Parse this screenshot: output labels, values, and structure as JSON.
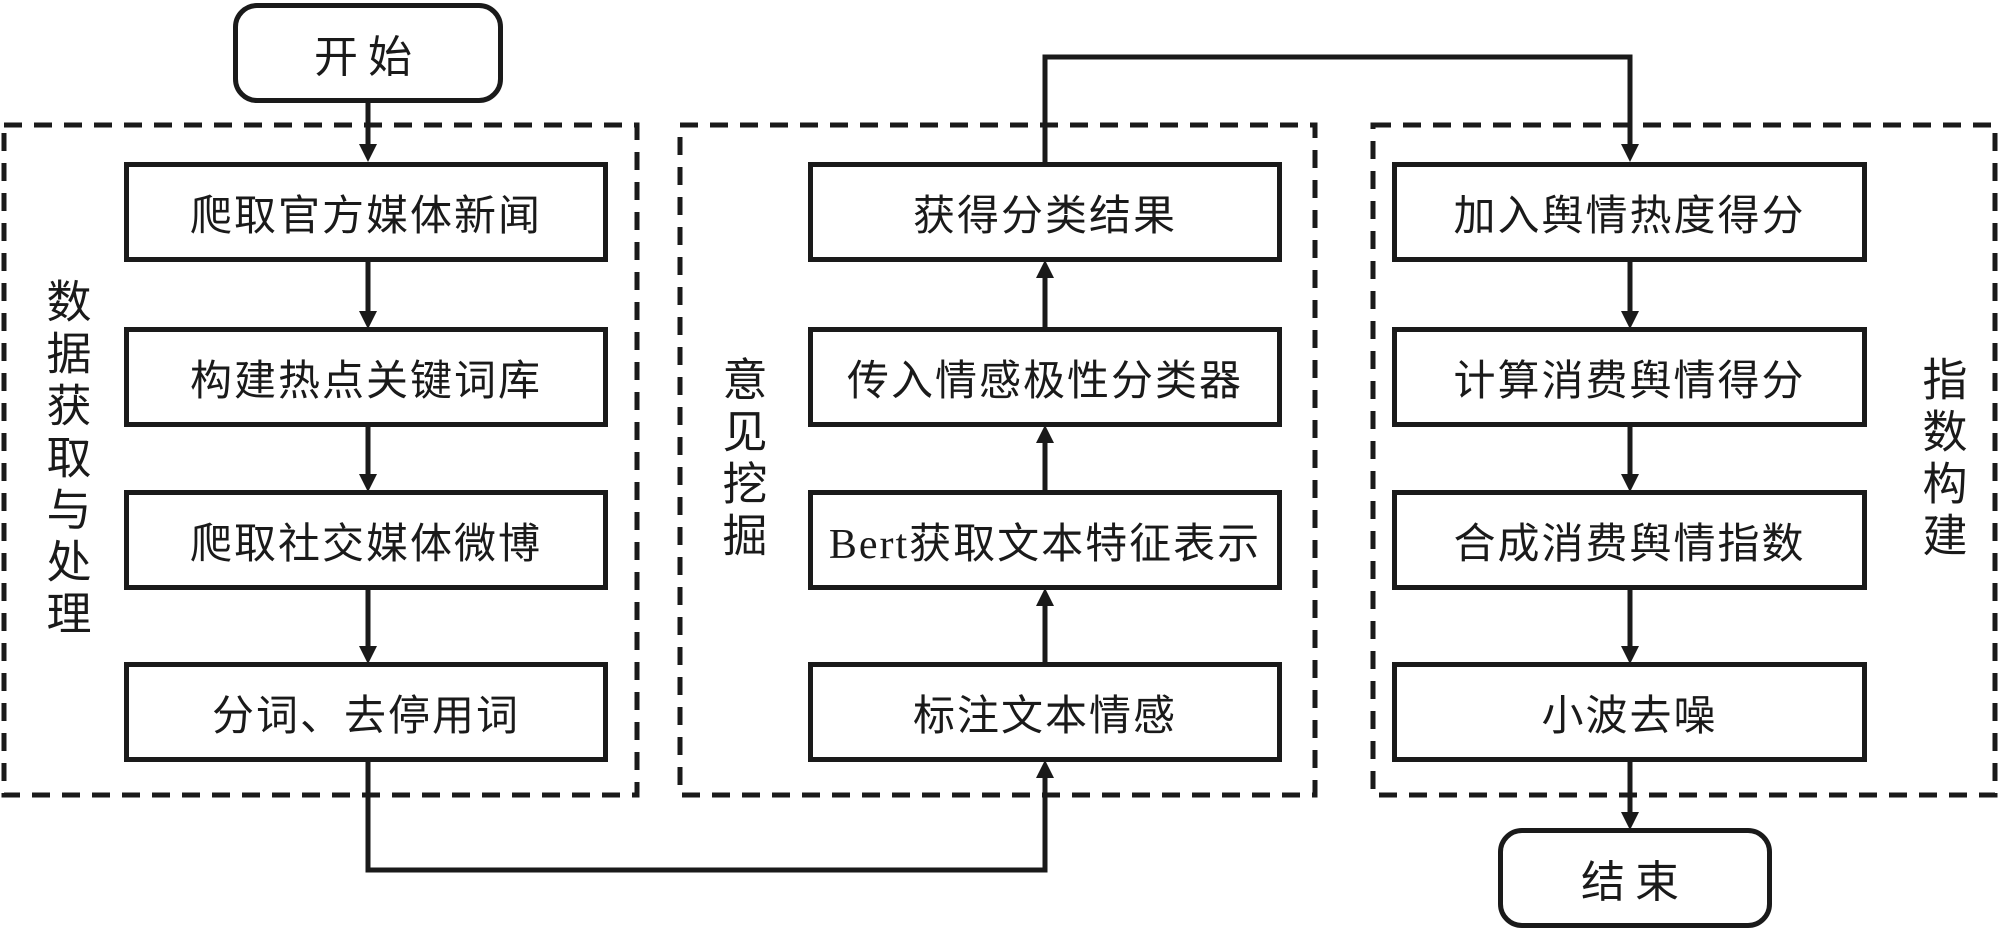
{
  "diagram": {
    "terminals": {
      "start_label": "开始",
      "end_label": "结束"
    },
    "groups": [
      {
        "label": "数据获取与处理",
        "nodes": [
          "爬取官方媒体新闻",
          "构建热点关键词库",
          "爬取社交媒体微博",
          "分词、去停用词"
        ]
      },
      {
        "label": "意见挖掘",
        "nodes": [
          "获得分类结果",
          "传入情感极性分类器",
          "Bert获取文本特征表示",
          "标注文本情感"
        ]
      },
      {
        "label": "指数构建",
        "nodes": [
          "加入舆情热度得分",
          "计算消费舆情得分",
          "合成消费舆情指数",
          "小波去噪"
        ]
      }
    ],
    "flow_direction": {
      "left_column": "top-to-bottom",
      "middle_column": "bottom-to-top",
      "right_column": "top-to-bottom"
    },
    "colors": {
      "stroke": "#1a1a1a",
      "background": "#ffffff"
    }
  }
}
